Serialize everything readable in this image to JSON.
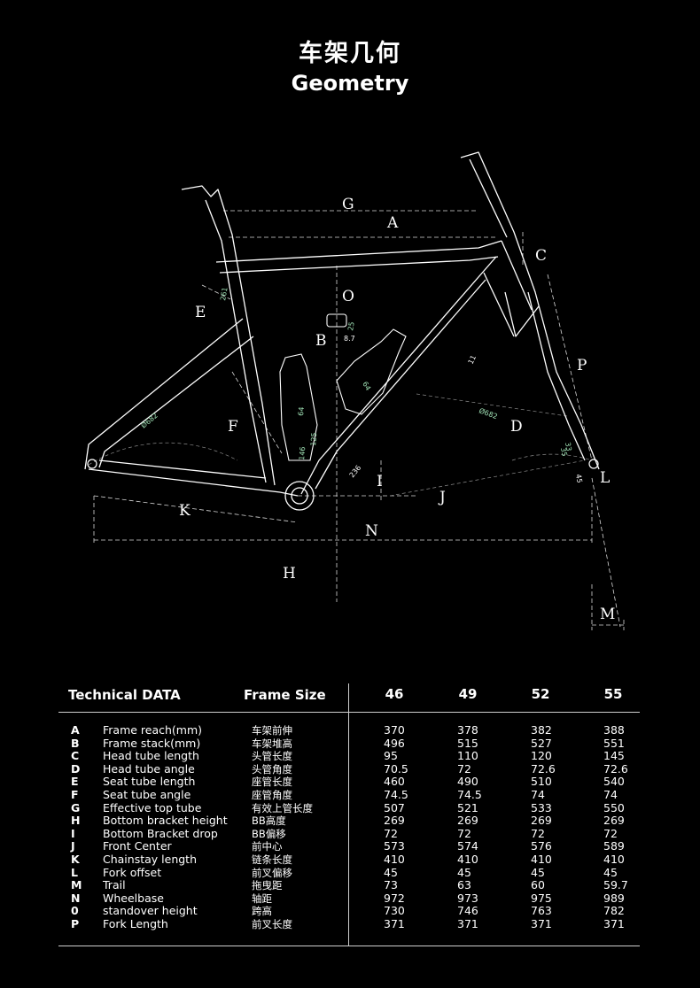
{
  "header": {
    "title_cn": "车架几何",
    "title_en": "Geometry"
  },
  "diagram": {
    "labels": {
      "A": "A",
      "B": "B",
      "C": "C",
      "D": "D",
      "E": "E",
      "F": "F",
      "G": "G",
      "H": "H",
      "I": "I",
      "J": "J",
      "K": "K",
      "L": "L",
      "M": "M",
      "N": "N",
      "O": "O",
      "P": "P"
    },
    "dimensions": {
      "d261": "261",
      "d8_7": "8.7",
      "d25": "25",
      "d64a": "64",
      "d64b": "64",
      "d125": "125",
      "d146": "146",
      "d236": "236",
      "d682a": "Ø682",
      "d682b": "Ø682",
      "d11": "11",
      "d33": "33",
      "d35": "35",
      "d45": "45"
    }
  },
  "table": {
    "title": "Technical  DATA",
    "frame_size_label": "Frame Size",
    "sizes": [
      "46",
      "49",
      "52",
      "55"
    ],
    "rows": [
      {
        "key": "A",
        "en": "Frame reach(mm)",
        "cn": "车架前伸",
        "values": [
          "370",
          "378",
          "382",
          "388"
        ]
      },
      {
        "key": "B",
        "en": "Frame stack(mm)",
        "cn": "车架堆高",
        "values": [
          "496",
          "515",
          "527",
          "551"
        ]
      },
      {
        "key": "C",
        "en": "Head tube length",
        "cn": "头管长度",
        "values": [
          "95",
          "110",
          "120",
          "145"
        ]
      },
      {
        "key": "D",
        "en": "Head tube angle",
        "cn": "头管角度",
        "values": [
          "70.5",
          "72",
          "72.6",
          "72.6"
        ]
      },
      {
        "key": "E",
        "en": "Seat tube length",
        "cn": "座管长度",
        "values": [
          "460",
          "490",
          "510",
          "540"
        ]
      },
      {
        "key": "F",
        "en": "Seat tube angle",
        "cn": "座管角度",
        "values": [
          "74.5",
          "74.5",
          "74",
          "74"
        ]
      },
      {
        "key": "G",
        "en": "Effective top tube",
        "cn": "有效上管长度",
        "values": [
          "507",
          "521",
          "533",
          "550"
        ]
      },
      {
        "key": "H",
        "en": "Bottom bracket height",
        "cn": "BB高度",
        "values": [
          "269",
          "269",
          "269",
          "269"
        ]
      },
      {
        "key": "I",
        "en": "Bottom Bracket drop",
        "cn": "BB偏移",
        "values": [
          "72",
          "72",
          "72",
          "72"
        ]
      },
      {
        "key": "J",
        "en": "Front Center",
        "cn": "前中心",
        "values": [
          "573",
          "574",
          "576",
          "589"
        ]
      },
      {
        "key": "K",
        "en": "Chainstay length",
        "cn": "链条长度",
        "values": [
          "410",
          "410",
          "410",
          "410"
        ]
      },
      {
        "key": "L",
        "en": "Fork offset",
        "cn": "前叉偏移",
        "values": [
          "45",
          "45",
          "45",
          "45"
        ]
      },
      {
        "key": "M",
        "en": "Trail",
        "cn": "拖曳距",
        "values": [
          "73",
          "63",
          "60",
          "59.7"
        ]
      },
      {
        "key": "N",
        "en": "Wheelbase",
        "cn": "轴距",
        "values": [
          "972",
          "973",
          "975",
          "989"
        ]
      },
      {
        "key": "0",
        "en": "standover height",
        "cn": "跨高",
        "values": [
          "730",
          "746",
          "763",
          "782"
        ]
      },
      {
        "key": "P",
        "en": "Fork Length",
        "cn": "前叉长度",
        "values": [
          "371",
          "371",
          "371",
          "371"
        ]
      }
    ]
  }
}
